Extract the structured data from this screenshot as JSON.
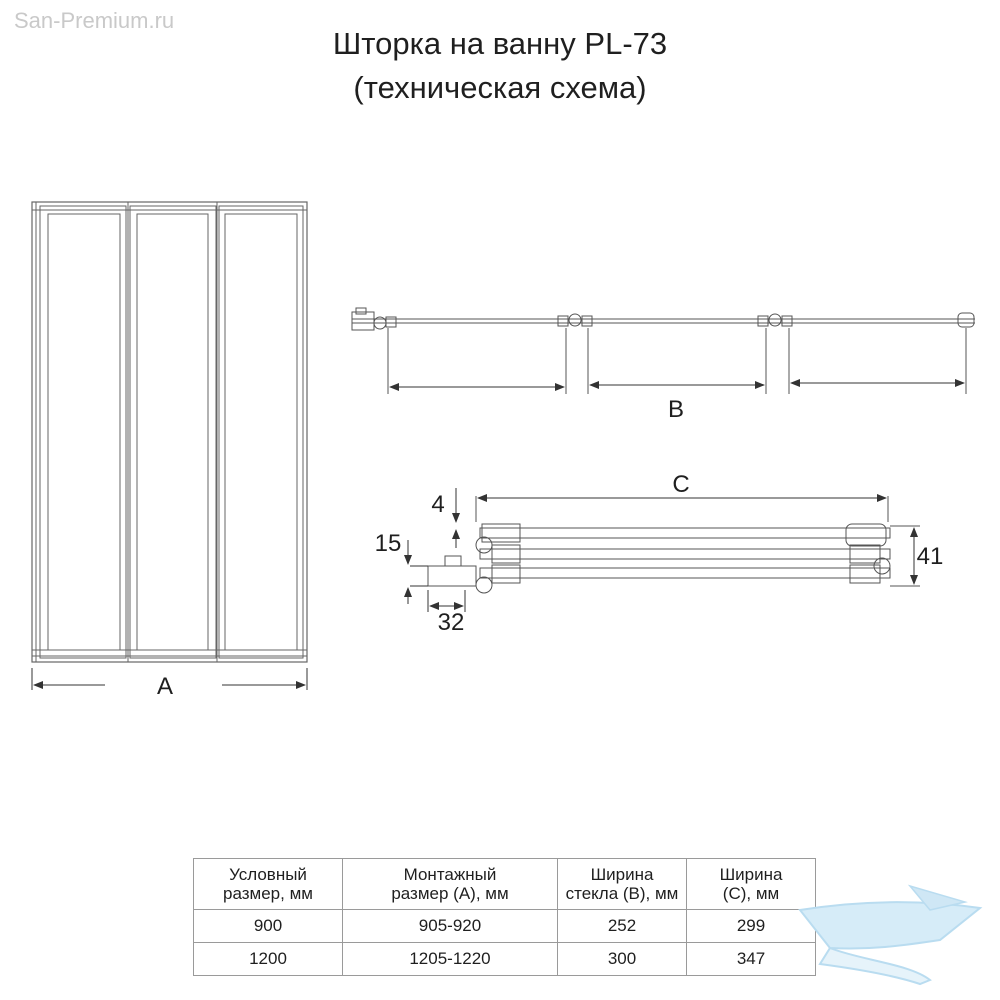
{
  "watermark": "San-Premium.ru",
  "title": {
    "line1": "Шторка на ванну PL-73",
    "line2": "(техническая схема)"
  },
  "dimensions": {
    "a": "A",
    "b": "B",
    "c": "C",
    "d4": "4",
    "d15": "15",
    "d32": "32",
    "d41": "41"
  },
  "table": {
    "headers": [
      [
        "Условный",
        "размер, мм"
      ],
      [
        "Монтажный",
        "размер (A), мм"
      ],
      [
        "Ширина",
        "стекла (B), мм"
      ],
      [
        "Ширина",
        "(C), мм"
      ]
    ],
    "rows": [
      [
        "900",
        "905-920",
        "252",
        "299"
      ],
      [
        "1200",
        "1205-1220",
        "300",
        "347"
      ]
    ]
  },
  "colors": {
    "line": "#555555",
    "text": "#1f1f1f",
    "watermark": "#c9c9c9",
    "logo": "#b9dcf0"
  }
}
